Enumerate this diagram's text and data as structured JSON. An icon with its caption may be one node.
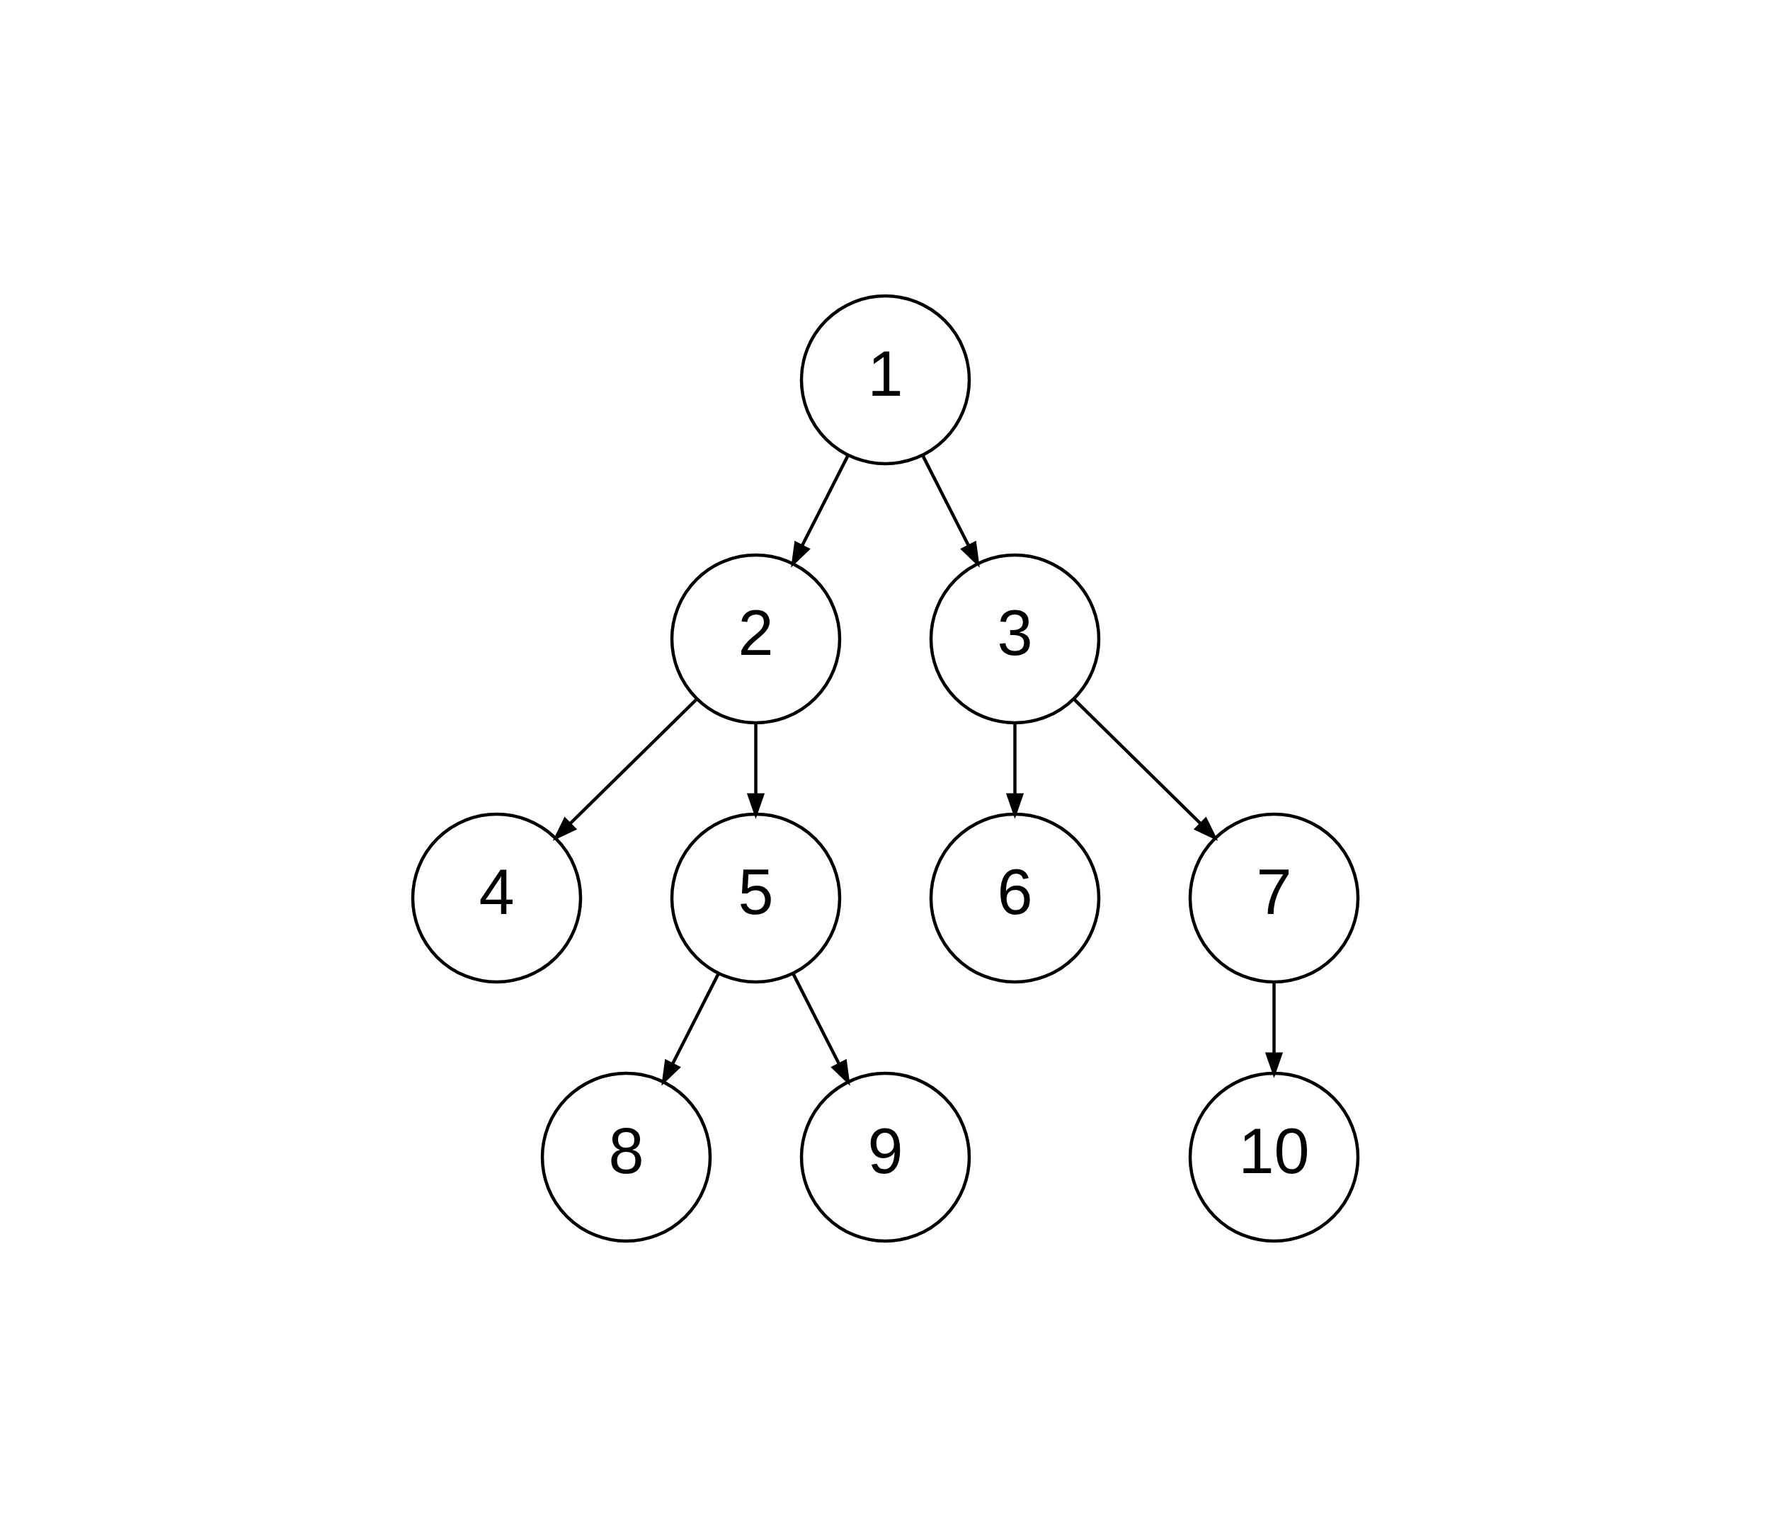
{
  "diagram": {
    "nodes": [
      {
        "text": [
          "1"
        ]
      },
      {
        "text": [
          "2"
        ]
      },
      {
        "text": [
          "3"
        ]
      },
      {
        "text": [
          "4"
        ]
      },
      {
        "text": [
          "5"
        ]
      },
      {
        "text": [
          "6"
        ]
      },
      {
        "text": [
          "7"
        ]
      },
      {
        "text": [
          "8"
        ]
      },
      {
        "text": [
          "9"
        ]
      },
      {
        "text": [
          "10"
        ]
      }
    ],
    "edges": [
      {
        "from": 0,
        "to": 1,
        "arrow": "to"
      },
      {
        "from": 0,
        "to": 2,
        "arrow": "to"
      },
      {
        "from": 1,
        "to": 3,
        "arrow": "to"
      },
      {
        "from": 1,
        "to": 4,
        "arrow": "to"
      },
      {
        "from": 2,
        "to": 5,
        "arrow": "to"
      },
      {
        "from": 2,
        "to": 6,
        "arrow": "to"
      },
      {
        "from": 4,
        "to": 7,
        "arrow": "to"
      },
      {
        "from": 4,
        "to": 8,
        "arrow": "to"
      },
      {
        "from": 6,
        "to": 9,
        "arrow": "to"
      }
    ]
  }
}
